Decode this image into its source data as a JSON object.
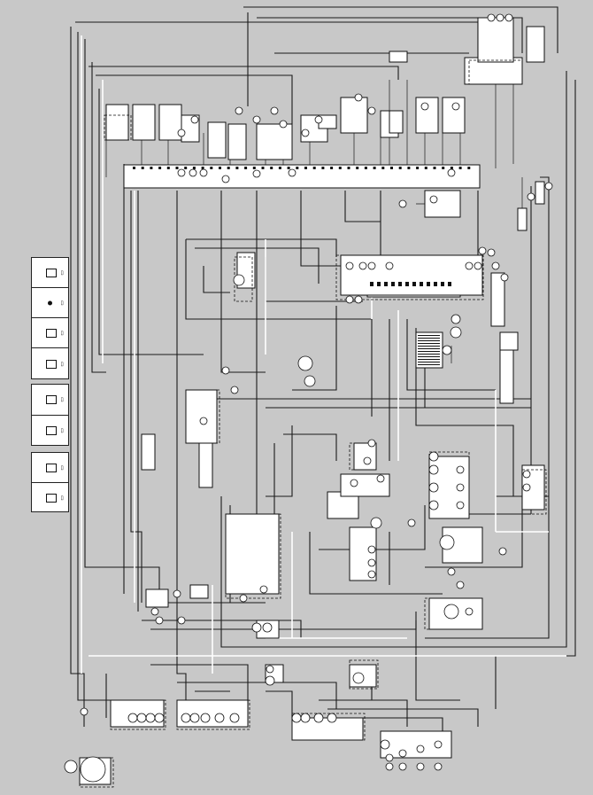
{
  "diagram": {
    "legend_groups": [
      {
        "cells": 4
      },
      {
        "cells": 2
      },
      {
        "cells": 2
      }
    ]
  },
  "colors": {
    "background": "#c8c8c8",
    "wire": "#1a1a1a",
    "component": "#ffffff"
  }
}
